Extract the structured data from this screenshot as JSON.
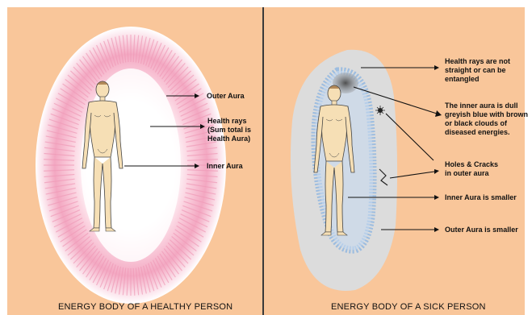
{
  "left_panel": {
    "caption": "ENERGY BODY OF A HEALTHY PERSON",
    "labels": {
      "outer_aura": "Outer Aura",
      "health_rays": [
        "Health rays",
        "(Sum total is",
        "Health Aura)"
      ],
      "inner_aura": "Inner Aura"
    },
    "colors": {
      "outer_aura": "#ffffff",
      "health_rays": "#f09bb8",
      "background": "#f9c69a"
    }
  },
  "right_panel": {
    "caption": "ENERGY BODY OF A SICK PERSON",
    "labels": {
      "health_rays": [
        "Health rays are not",
        "straight or can be",
        "entangled"
      ],
      "inner_aura": [
        "The inner aura is dull",
        "greyish blue with brown",
        "or black clouds of",
        "diseased energies."
      ],
      "holes": [
        "Holes & Cracks",
        "in outer aura"
      ],
      "inner_smaller": "Inner Aura is smaller",
      "outer_smaller": "Outer Aura is smaller"
    },
    "colors": {
      "outer_aura": "#dcdcdc",
      "inner_aura": "#9dbde0",
      "cloud": "#5e5e5e"
    }
  }
}
